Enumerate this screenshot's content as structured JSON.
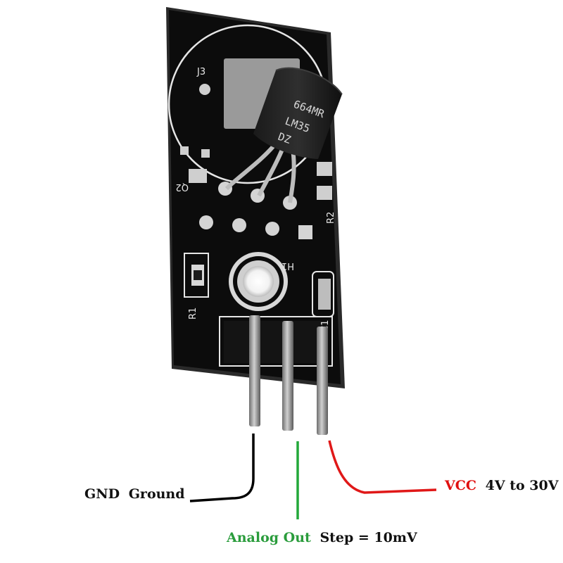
{
  "colors": {
    "board": "#0c0c0c",
    "board_edge": "#2a2a2a",
    "silkscreen": "#e6e6e6",
    "pad": "#c9c9c9",
    "gnd_wire": "#000000",
    "analog_wire": "#22a83a",
    "vcc_wire": "#e01818",
    "analog_text": "#2a9c3c",
    "vcc_text": "#e01010",
    "text": "#111111"
  },
  "board": {
    "silkscreen_labels": {
      "j3": "J3",
      "q2": "Q2",
      "r1": "R1",
      "r2": "R2",
      "h1": "H1",
      "c1": "C1"
    },
    "sensor_chip": {
      "marking_line1": "664MR",
      "marking_line2": "LM35",
      "marking_line3": "DZ"
    }
  },
  "pins": {
    "gnd": {
      "name": "GND",
      "description": "Ground"
    },
    "analog": {
      "name": "Analog Out",
      "description": "Step = 10mV"
    },
    "vcc": {
      "name": "VCC",
      "description": "4V to 30V"
    }
  },
  "icons": [
    "lm35-sensor-icon",
    "mounting-hole-icon",
    "header-pin-icon"
  ]
}
